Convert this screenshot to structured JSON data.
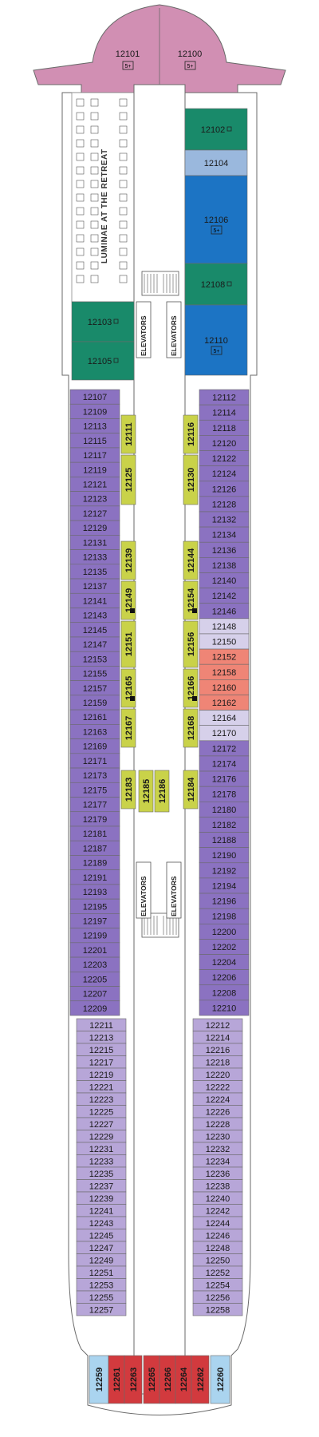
{
  "colors": {
    "suite_pink": "#d18fb3",
    "suite_green": "#198a6a",
    "suite_blue": "#1c74c4",
    "suite_lightblue": "#9ab8dd",
    "purple_dark": "#8b72c1",
    "purple_light": "#b7a6d8",
    "lavender": "#d6d0ea",
    "salmon": "#ef8576",
    "yellow_green": "#c9d249",
    "red": "#d23a3e",
    "sky": "#aad4ef",
    "corridor": "#ffffff",
    "outline": "#6a6a6a"
  },
  "labels": {
    "elevators": "ELEVATORS",
    "luminae": "LUMINAE AT THE RETREAT",
    "suite_marker": "5+"
  },
  "cabins": {
    "bow": [
      {
        "n": "12101",
        "mark": "5+"
      },
      {
        "n": "12100",
        "mark": "5+"
      }
    ],
    "right_suites": [
      {
        "n": "12102",
        "mark": "sq"
      },
      {
        "n": "12104",
        "mark": ""
      },
      {
        "n": "12106",
        "mark": "5+"
      },
      {
        "n": "12108",
        "mark": "sq"
      },
      {
        "n": "12110",
        "mark": "5+"
      }
    ],
    "left_suites": [
      {
        "n": "12103",
        "mark": "sq"
      },
      {
        "n": "12105",
        "mark": "sq"
      }
    ],
    "left_fwd": [
      "12107",
      "12109",
      "12113",
      "12115",
      "12117",
      "12119",
      "12121",
      "12123",
      "12127",
      "12129",
      "12131",
      "12133",
      "12135",
      "12137",
      "12141",
      "12143",
      "12145",
      "12147",
      "12153",
      "12155",
      "12157",
      "12159",
      "12161",
      "12163",
      "12169",
      "12171",
      "12173",
      "12175",
      "12177",
      "12179",
      "12181",
      "12187",
      "12189",
      "12191",
      "12193",
      "12195",
      "12197",
      "12199",
      "12201",
      "12203",
      "12205",
      "12207",
      "12209"
    ],
    "right_fwd": [
      "12112",
      "12114",
      "12118",
      "12120",
      "12122",
      "12124",
      "12126",
      "12128",
      "12132",
      "12134",
      "12136",
      "12138",
      "12140",
      "12142",
      "12146",
      "12148",
      "12150",
      "12152",
      "12158",
      "12160",
      "12162",
      "12164",
      "12170",
      "12172",
      "12174",
      "12176",
      "12178",
      "12180",
      "12182",
      "12188",
      "12190",
      "12192",
      "12194",
      "12196",
      "12198",
      "12200",
      "12202",
      "12204",
      "12206",
      "12208",
      "12210"
    ],
    "inner_left": [
      "12111",
      "12125",
      "12139",
      "12149",
      "12151",
      "12165",
      "12167",
      "12183"
    ],
    "inner_right": [
      "12116",
      "12130",
      "12144",
      "12154",
      "12156",
      "12166",
      "12168",
      "12184"
    ],
    "inner_mid": [
      "12185",
      "12186"
    ],
    "left_aft": [
      "12211",
      "12213",
      "12215",
      "12217",
      "12219",
      "12221",
      "12223",
      "12225",
      "12227",
      "12229",
      "12231",
      "12233",
      "12235",
      "12237",
      "12239",
      "12241",
      "12243",
      "12245",
      "12247",
      "12249",
      "12251",
      "12253",
      "12255",
      "12257"
    ],
    "right_aft": [
      "12212",
      "12214",
      "12216",
      "12218",
      "12220",
      "12222",
      "12224",
      "12226",
      "12228",
      "12230",
      "12232",
      "12234",
      "12236",
      "12238",
      "12240",
      "12242",
      "12244",
      "12246",
      "12248",
      "12250",
      "12252",
      "12254",
      "12256",
      "12258"
    ],
    "stern": [
      "12259",
      "12261",
      "12263",
      "12265",
      "12266",
      "12264",
      "12262",
      "12260"
    ]
  }
}
